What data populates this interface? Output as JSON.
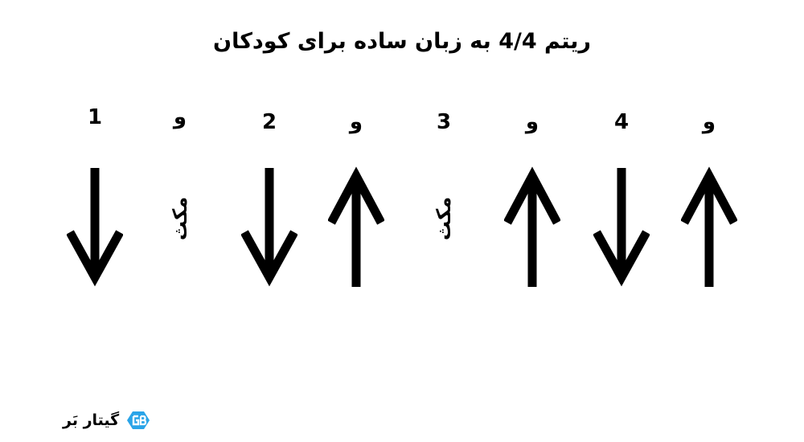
{
  "title": "ریتم 4/4 به زبان ساده برای کودکان",
  "rest_label": "مکث",
  "beats": [
    {
      "count": "1",
      "stroke": "down"
    },
    {
      "count": "و",
      "stroke": "rest"
    },
    {
      "count": "2",
      "stroke": "down"
    },
    {
      "count": "و",
      "stroke": "up"
    },
    {
      "count": "3",
      "stroke": "rest"
    },
    {
      "count": "و",
      "stroke": "up"
    },
    {
      "count": "4",
      "stroke": "down"
    },
    {
      "count": "و",
      "stroke": "up"
    }
  ],
  "brand": {
    "name": "گیتار بَر",
    "logo_icon": "gb-logo-icon",
    "logo_color": "#2aa4e8"
  }
}
